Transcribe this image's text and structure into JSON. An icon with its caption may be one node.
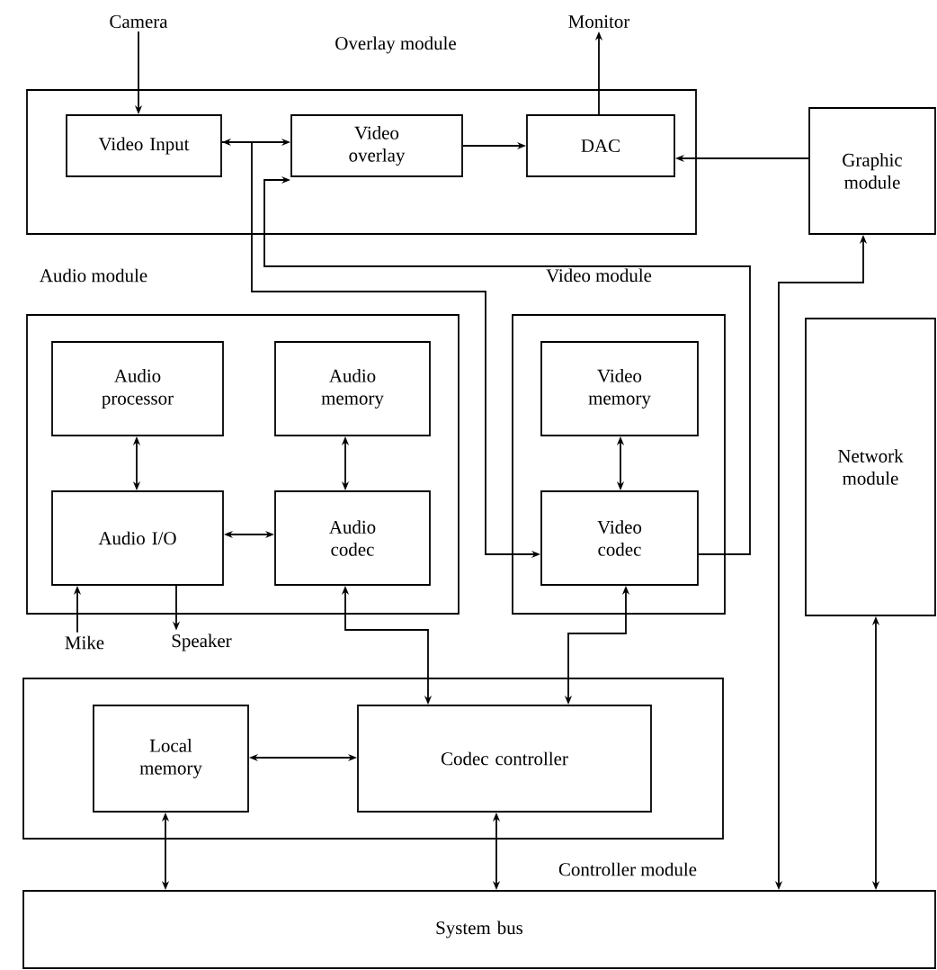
{
  "diagram": {
    "nodes": [
      {
        "text": [
          "Camera"
        ]
      },
      {
        "text": [
          "Monitor"
        ]
      },
      {
        "text": [
          "Overlay module"
        ]
      },
      {
        "text": [
          "Video Input"
        ],
        "in": 2
      },
      {
        "text": [
          "Video overlay"
        ],
        "in": 2
      },
      {
        "text": [
          "DAC"
        ],
        "in": 2
      },
      {
        "text": [
          "Graphic module"
        ]
      },
      {
        "text": [
          "Audio module"
        ]
      },
      {
        "text": [
          "Audio processor"
        ],
        "in": 7
      },
      {
        "text": [
          "Audio memory"
        ],
        "in": 7
      },
      {
        "text": [
          "Audio I/O"
        ],
        "in": 7
      },
      {
        "text": [
          "Audio codec"
        ],
        "in": 7
      },
      {
        "text": [
          "Video module"
        ]
      },
      {
        "text": [
          "Video memory"
        ],
        "in": 12
      },
      {
        "text": [
          "Video codec"
        ],
        "in": 12
      },
      {
        "text": [
          "Network module"
        ]
      },
      {
        "text": [
          "Mike"
        ]
      },
      {
        "text": [
          "Speaker"
        ]
      },
      {
        "text": [
          "Controller module"
        ]
      },
      {
        "text": [
          "Local memory"
        ],
        "in": 18
      },
      {
        "text": [
          "Codec controller"
        ],
        "in": 18
      },
      {
        "text": [
          "System bus"
        ]
      }
    ],
    "edges": [
      {
        "from": 0,
        "to": 3,
        "arrow": "to"
      },
      {
        "from": 3,
        "to": 4,
        "arrow": "both"
      },
      {
        "from": 4,
        "to": 5,
        "arrow": "to"
      },
      {
        "from": 5,
        "to": 1,
        "arrow": "to"
      },
      {
        "from": 6,
        "to": 5,
        "arrow": "to"
      },
      {
        "from": 3,
        "to": 14,
        "arrow": "to"
      },
      {
        "from": 14,
        "to": 4,
        "arrow": "to"
      },
      {
        "from": 8,
        "to": 10,
        "arrow": "both"
      },
      {
        "from": 9,
        "to": 11,
        "arrow": "both"
      },
      {
        "from": 10,
        "to": 11,
        "arrow": "both"
      },
      {
        "from": 13,
        "to": 14,
        "arrow": "both"
      },
      {
        "from": 16,
        "to": 10,
        "arrow": "to"
      },
      {
        "from": 10,
        "to": 17,
        "arrow": "to"
      },
      {
        "from": 11,
        "to": 20,
        "arrow": "both"
      },
      {
        "from": 14,
        "to": 20,
        "arrow": "both"
      },
      {
        "from": 19,
        "to": 20,
        "arrow": "both"
      },
      {
        "from": 19,
        "to": 21,
        "arrow": "both"
      },
      {
        "from": 20,
        "to": 21,
        "arrow": "both"
      },
      {
        "from": 6,
        "to": 21,
        "arrow": "both"
      },
      {
        "from": 15,
        "to": 21,
        "arrow": "both"
      }
    ]
  }
}
